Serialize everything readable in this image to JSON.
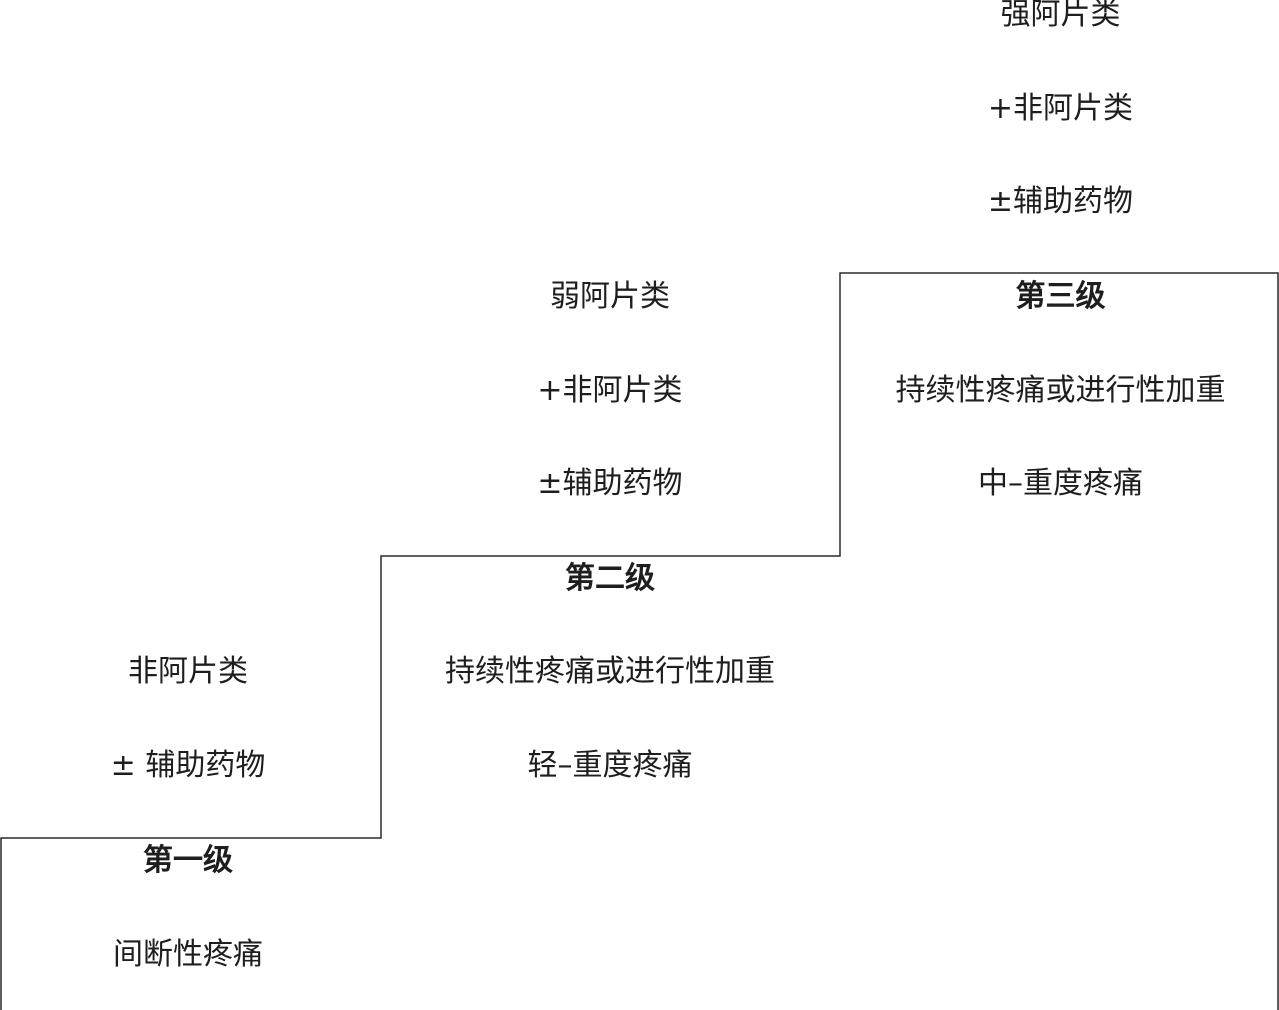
{
  "steps": [
    {
      "level": "第一级",
      "medication": [
        "非阿片类",
        "± 辅助药物"
      ],
      "conditions": [
        "间断性疼痛"
      ]
    },
    {
      "level": "第二级",
      "medication": [
        "弱阿片类",
        "+非阿片类",
        "±辅助药物"
      ],
      "conditions": [
        "持续性疼痛或进行性加重",
        "轻–重度疼痛"
      ]
    },
    {
      "level": "第三级",
      "medication": [
        "强阿片类",
        "+非阿片类",
        "±辅助药物"
      ],
      "conditions": [
        "持续性疼痛或进行性加重",
        "中–重度疼痛"
      ]
    }
  ],
  "colors": {
    "line": "#2b2b2b",
    "text": "#1e1e1e"
  }
}
